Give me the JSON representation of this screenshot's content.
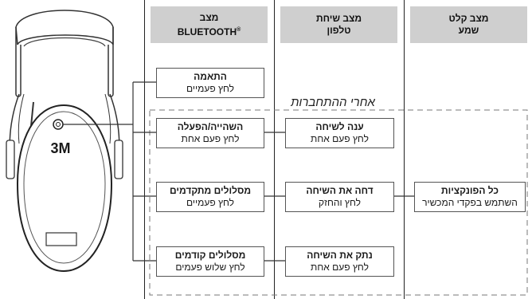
{
  "headers": {
    "bluetooth": {
      "line1": "מצב",
      "line2": "BLUETOOTH",
      "mark": "®"
    },
    "phone": {
      "line1": "מצב שיחת",
      "line2": "טלפון"
    },
    "listen": {
      "line1": "מצב קלט",
      "line2": "שמע"
    }
  },
  "after_connection": "אחרי ההתחברות",
  "brand": "3M",
  "bluetooth_boxes": [
    {
      "title": "התאמה",
      "sub": "לחץ פעמיים"
    },
    {
      "title": "השהייה/הפעלה",
      "sub": "לחץ פעם אחת"
    },
    {
      "title": "מסלולים מתקדמים",
      "sub": "לחץ פעמיים"
    },
    {
      "title": "מסלולים קודמים",
      "sub": "לחץ שלוש פעמים"
    }
  ],
  "phone_boxes": [
    {
      "title": "ענה לשיחה",
      "sub": "לחץ פעם אחת"
    },
    {
      "title": "דחה את השיחה",
      "sub": "לחץ והחזק"
    },
    {
      "title": "נתק את השיחה",
      "sub": "לחץ פעם אחת"
    }
  ],
  "listen_box": {
    "title": "כל הפונקציות",
    "sub": "השתמש בפקדי המכשיר"
  }
}
